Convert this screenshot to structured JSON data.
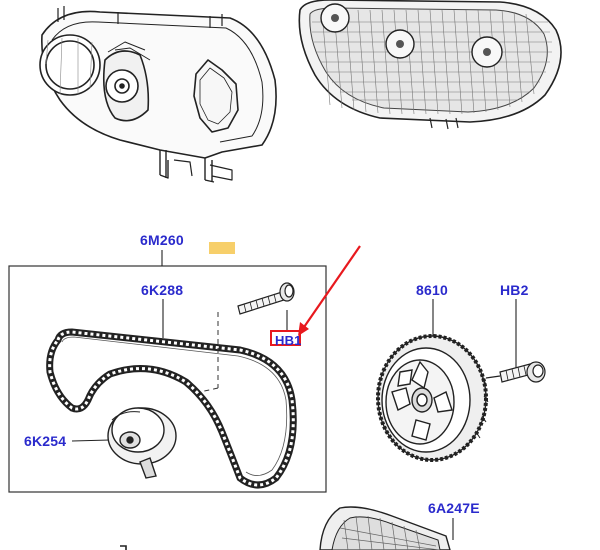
{
  "callouts": {
    "cover_assembly": "6M260",
    "belt": "6K288",
    "bolt_hb1": "HB1",
    "tensioner": "6K254",
    "sprocket": "8610",
    "bolt_hb2": "HB2",
    "lower_cover": "6A247E"
  },
  "colors": {
    "label_blue": "#2a2acc",
    "highlight_red": "#e8191e",
    "marker_yellow": "#f7cf6a",
    "line_dark": "#222222"
  }
}
